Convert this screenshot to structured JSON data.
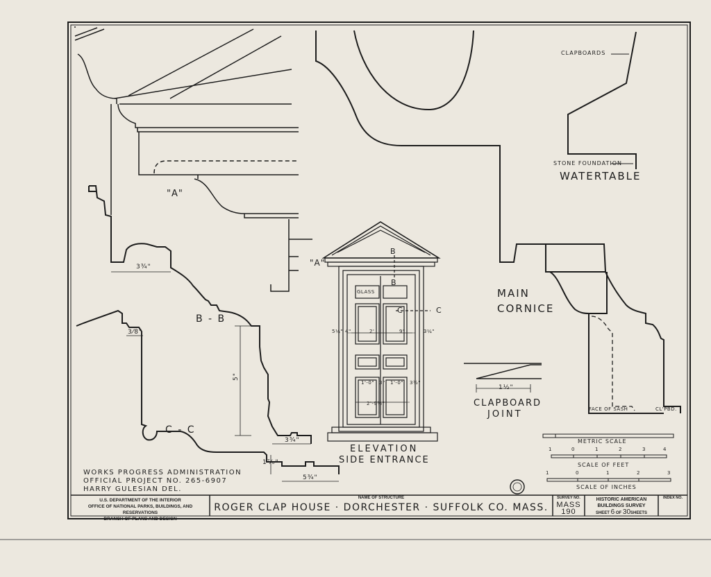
{
  "labels": {
    "clapboards": "CLAPBOARDS",
    "stone_foundation": "STONE FOUNDATION",
    "watertable": "WATERTABLE",
    "main": "MAIN",
    "cornice": "CORNICE",
    "a_label": "\"A\"",
    "a_label_door": "\"A\"",
    "b_label": "B",
    "b_label2": "B",
    "c_label": "C",
    "c_label2": "C",
    "glass": "GLASS",
    "bb": "B - B",
    "cc": "C - C",
    "elevation": "ELEVATION",
    "side_entrance": "SIDE ENTRANCE",
    "clapboard": "CLAPBOARD",
    "joint": "JOINT",
    "face_of_sash": "FACE OF SASH",
    "clpbd": "CL'PBD."
  },
  "dimensions": {
    "d_3_3_4_top": "3¾\"",
    "d_3_8": "3⁄8\"",
    "d_5_in": "5\"",
    "d_3_4": "3¾\"",
    "d_1_7_8": "1⁷⁄₈\"",
    "d_5_3_4": "5¾\"",
    "d_1_1_2": "1½\"",
    "d_5_1_4": "5¼\"",
    "d_4": "4\"",
    "d_2": "2'",
    "d_9": "9\"",
    "d_3_1_4": "3¼\"",
    "d_1_0_a": "1'-0\"",
    "d_1_0_b": "1'-0\"",
    "d_3": "3\"",
    "d_2_9_1_2": "2'-9½\"",
    "d_3_1_2": "3½\""
  },
  "scales": {
    "metric_title": "METRIC SCALE",
    "metric_ticks": [
      "1",
      "0",
      "1",
      "2",
      "3",
      "4"
    ],
    "feet_title": "SCALE OF FEET",
    "inch_ticks": [
      "1",
      "0",
      "1",
      "2",
      "3"
    ],
    "inch_title": "SCALE OF INCHES"
  },
  "credits": {
    "line1": "WORKS PROGRESS ADMINISTRATION",
    "line2": "OFFICIAL PROJECT NO. 265-6907",
    "line3": "HARRY GULESIAN DEL."
  },
  "title_block": {
    "dept1": "U.S. DEPARTMENT OF THE INTERIOR",
    "dept2": "OFFICE OF NATIONAL PARKS, BUILDINGS, AND RESERVATIONS",
    "dept3": "BRANCH OF PLANS AND DESIGN",
    "name_header": "NAME OF STRUCTURE",
    "structure_name": "ROGER CLAP HOUSE · DORCHESTER · SUFFOLK CO. MASS.",
    "survey_header": "SURVEY NO.",
    "survey_state": "MASS",
    "survey_number": "190",
    "habs1": "HISTORIC AMERICAN",
    "habs2": "BUILDINGS SURVEY",
    "sheet_prefix": "SHEET",
    "sheet_number": "6",
    "sheet_of": "OF",
    "sheet_total": "30",
    "sheet_suffix": "SHEETS",
    "index_header": "INDEX NO."
  }
}
